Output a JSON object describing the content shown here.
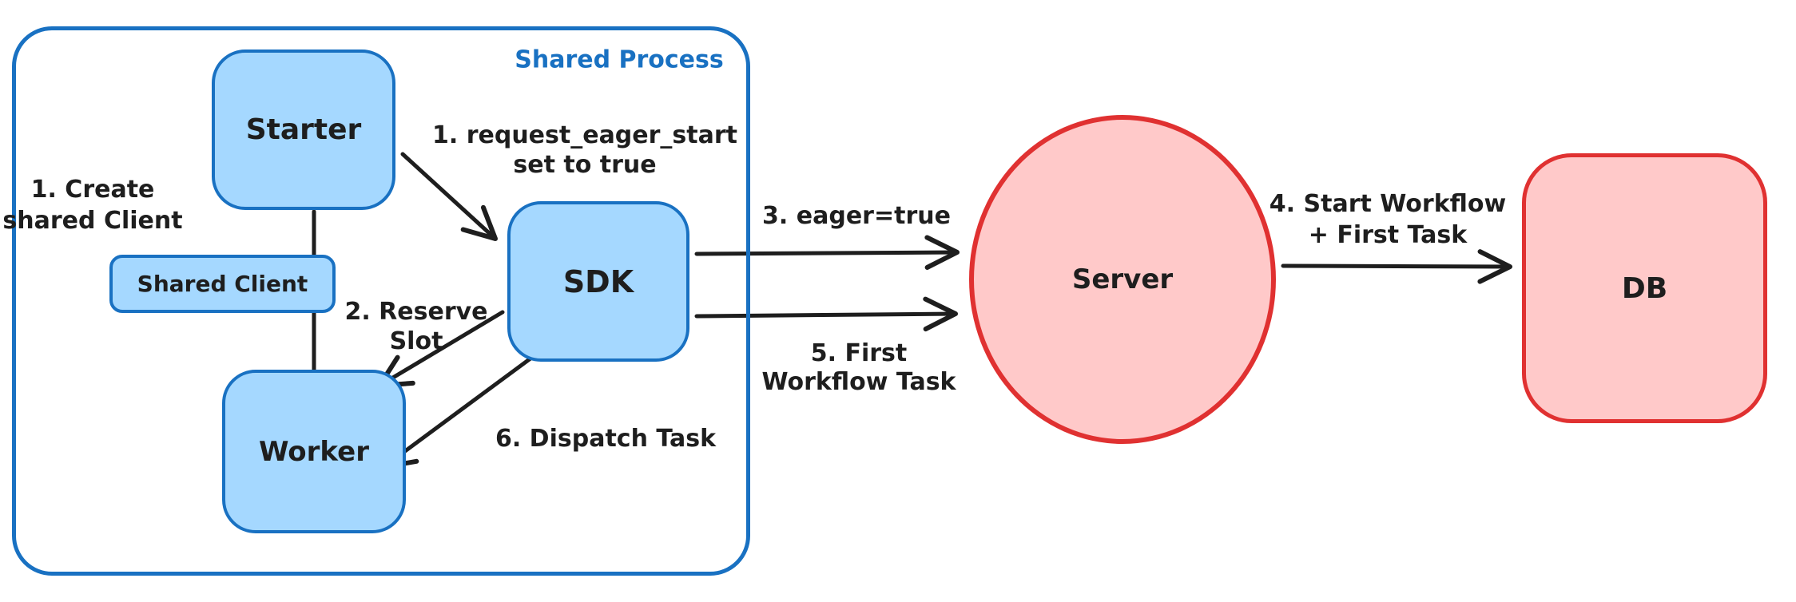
{
  "diagram": {
    "colors": {
      "ink": "#1e1e1e",
      "blue_stroke": "#1971c2",
      "blue_fill": "#a5d8ff",
      "red_stroke": "#e03131",
      "red_fill": "#ffc9c9",
      "background": "#ffffff"
    },
    "container": {
      "label": "Shared Process"
    },
    "nodes": {
      "starter": {
        "label": "Starter"
      },
      "shared_client": {
        "label": "Shared Client"
      },
      "worker": {
        "label": "Worker"
      },
      "sdk": {
        "label": "SDK"
      },
      "server": {
        "label": "Server"
      },
      "db": {
        "label": "DB"
      }
    },
    "annotations": {
      "create_client": {
        "line1": "1. Create",
        "line2": "shared Client"
      },
      "request_eager_start": {
        "line1": "1. request_eager_start",
        "line2": "set to true"
      },
      "reserve_slot": {
        "line1": "2. Reserve",
        "line2": "Slot"
      },
      "eager_true": {
        "line1": "3. eager=true"
      },
      "start_workflow": {
        "line1": "4. Start Workflow",
        "line2": "+ First Task"
      },
      "first_workflow_task": {
        "line1": "5. First",
        "line2": "Workflow Task"
      },
      "dispatch_task": {
        "line1": "6. Dispatch Task"
      }
    }
  }
}
